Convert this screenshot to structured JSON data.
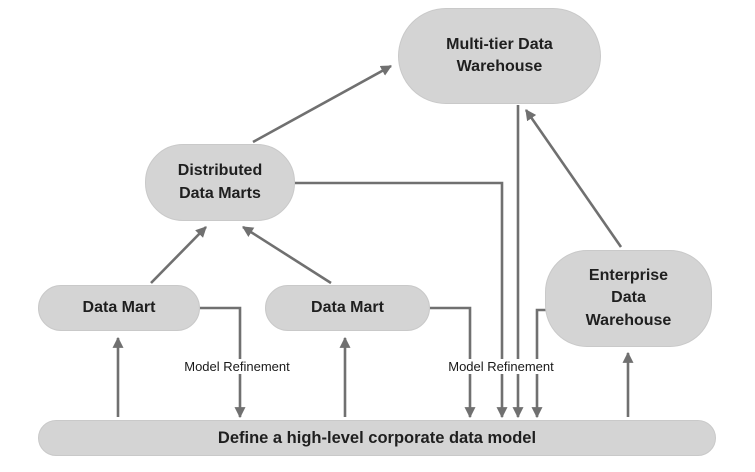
{
  "diagram": {
    "nodes": {
      "multi_tier": {
        "label": "Multi-tier Data\nWarehouse"
      },
      "distributed": {
        "label": "Distributed\nData Marts"
      },
      "datamart_left": {
        "label": "Data Mart"
      },
      "datamart_right": {
        "label": "Data Mart"
      },
      "enterprise": {
        "label": "Enterprise\nData\nWarehouse"
      },
      "bar": {
        "label": "Define a high-level corporate data model"
      }
    },
    "edge_labels": {
      "left": "Model Refinement",
      "right": "Model Refinement"
    }
  },
  "colors": {
    "node-fill": "#d4d4d4",
    "node-text": "#1f1f1f",
    "arrow": "#707070",
    "background": "#ffffff"
  }
}
